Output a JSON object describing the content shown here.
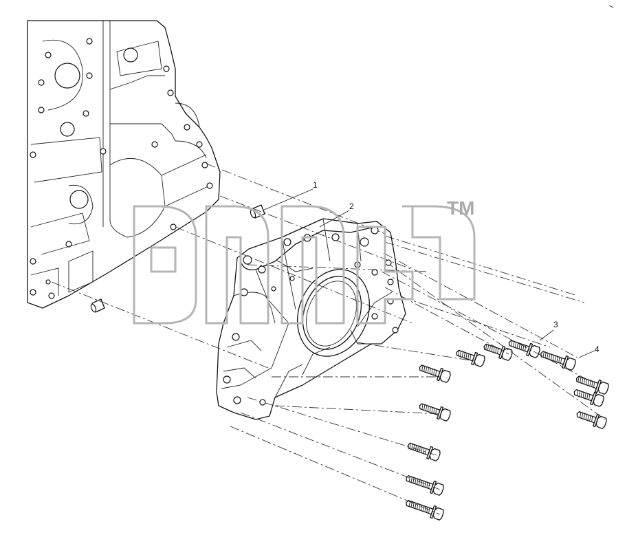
{
  "callouts": [
    {
      "id": "1",
      "text": "1"
    },
    {
      "id": "2",
      "text": "2"
    },
    {
      "id": "3",
      "text": "3"
    },
    {
      "id": "4",
      "text": "4"
    }
  ],
  "watermark": {
    "text": "TM"
  },
  "colors": {
    "line": "#111111",
    "background": "#ffffff",
    "watermark": "#b5b5b5"
  }
}
